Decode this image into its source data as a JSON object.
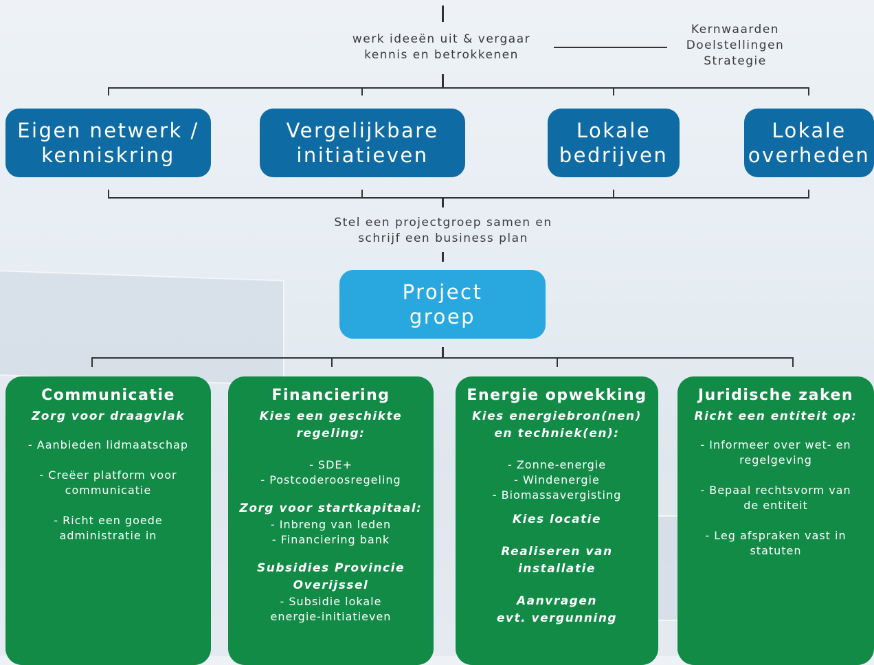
{
  "top": {
    "note_lines": [
      "werk ideeën uit & vergaar",
      "kennis en betrokkenen"
    ],
    "side_lines": [
      "Kernwaarden",
      "Doelstellingen",
      "Strategie"
    ]
  },
  "sources": [
    {
      "lines": [
        "Eigen netwerk /",
        "kenniskring"
      ]
    },
    {
      "lines": [
        "Vergelijkbare",
        "initiatieven"
      ]
    },
    {
      "lines": [
        "Lokale",
        "bedrijven"
      ]
    },
    {
      "lines": [
        "Lokale",
        "overheden"
      ]
    }
  ],
  "middle": {
    "note_lines": [
      "Stel een projectgroep samen en",
      "schrijf een business plan"
    ],
    "project_lines": [
      "Project",
      "groep"
    ]
  },
  "cards": {
    "communicatie": {
      "title": "Communicatie",
      "sub": "Zorg voor draagvlak",
      "items": [
        "- Aanbieden lidmaatschap",
        "- Creëer platform voor",
        "communicatie",
        "- Richt een goede",
        "administratie in"
      ]
    },
    "financiering": {
      "title": "Financiering",
      "sub1": [
        "Kies een geschikte",
        "regeling:"
      ],
      "items1": [
        "- SDE+",
        "- Postcoderoosregeling"
      ],
      "sub2": "Zorg voor startkapitaal:",
      "items2": [
        "- Inbreng van leden",
        "- Financiering bank"
      ],
      "sub3": [
        "Subsidies Provincie",
        "Overijssel"
      ],
      "items3": [
        "- Subsidie lokale",
        "energie-initiatieven"
      ]
    },
    "energie": {
      "title": "Energie opwekking",
      "sub1": [
        "Kies energiebron(nen)",
        "en techniek(en):"
      ],
      "items1": [
        "- Zonne-energie",
        "- Windenergie",
        "- Biomassavergisting"
      ],
      "sub2": "Kies locatie",
      "sub3": [
        "Realiseren van",
        "installatie"
      ],
      "sub4": [
        "Aanvragen",
        "evt. vergunning"
      ]
    },
    "juridisch": {
      "title": "Juridische zaken",
      "sub": "Richt een entiteit op:",
      "items": [
        "- Informeer over wet- en",
        "regelgeving",
        "- Bepaal rechtsvorm van",
        "de entiteit",
        "- Leg afspraken vast in",
        "statuten"
      ]
    }
  },
  "colors": {
    "dark_blue": "#0e6ba3",
    "light_blue": "#29a8e0",
    "green": "#128b47",
    "line": "#333333"
  }
}
